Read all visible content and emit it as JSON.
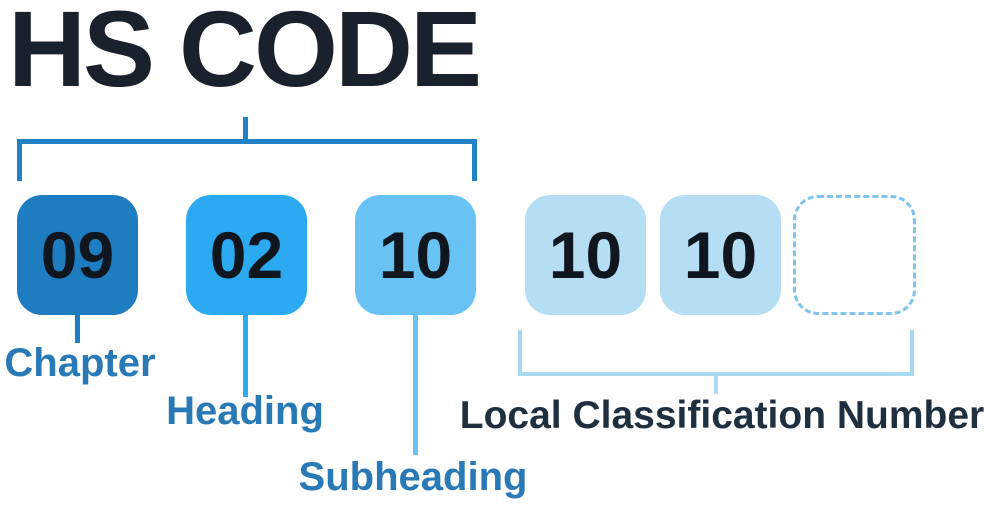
{
  "title": "HS CODE",
  "boxes": [
    {
      "value": "09",
      "role": "chapter"
    },
    {
      "value": "02",
      "role": "heading"
    },
    {
      "value": "10",
      "role": "subheading"
    },
    {
      "value": "10",
      "role": "local-digit"
    },
    {
      "value": "10",
      "role": "local-digit"
    },
    {
      "value": "",
      "role": "local-placeholder"
    }
  ],
  "labels": {
    "chapter": "Chapter",
    "heading": "Heading",
    "subheading": "Subheading",
    "local_classification": "Local Classification Number"
  },
  "colors": {
    "title-text": "#18212c",
    "dark-text": "#1e3040",
    "digit-text": "#10161d",
    "label-text": "#2879b5",
    "box-chapter": "#1e7cc0",
    "box-heading": "#2baaf2",
    "box-subheading": "#68c3f4",
    "box-local": "#b5def5",
    "dashed-border": "#7fc4ec",
    "bracket-top": "#2181c4",
    "bracket-bottom": "#a9d9f2"
  }
}
